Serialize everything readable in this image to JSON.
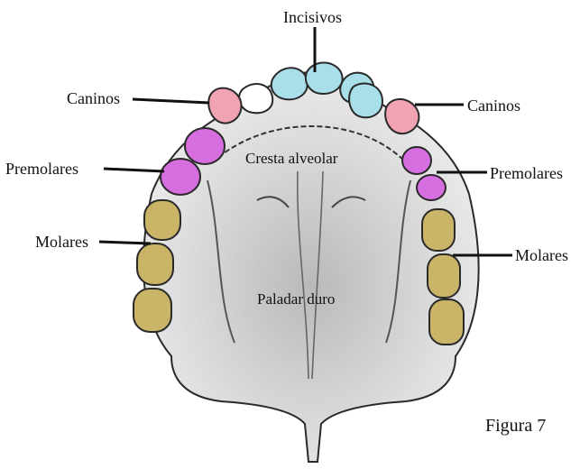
{
  "labels": {
    "incisivos": "Incisivos",
    "caninos_left": "Caninos",
    "caninos_right": "Caninos",
    "premolares_left": "Premolares",
    "premolares_right": "Premolares",
    "molares_left": "Molares",
    "molares_right": "Molares",
    "cresta": "Cresta alveolar",
    "paladar": "Paladar duro",
    "figura": "Figura 7"
  },
  "colors": {
    "incisivos": "#a9dfe8",
    "caninos": "#f2a3b3",
    "premolares": "#d66ee0",
    "molares": "#c9b468",
    "bone": "#e6e6e6",
    "outline": "#2a2a2a"
  }
}
